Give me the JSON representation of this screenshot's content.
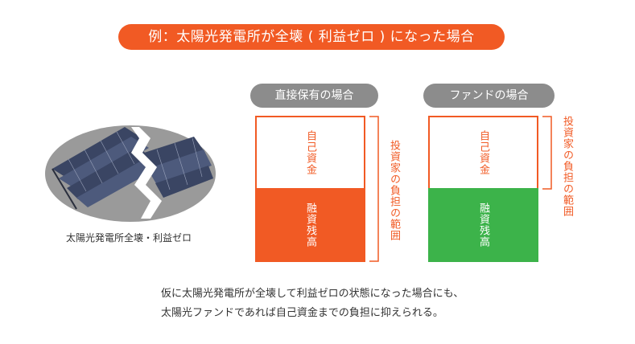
{
  "banner": {
    "title": "例：太陽光発電所が全壊 ( 利益ゼロ ) になった場合"
  },
  "image": {
    "caption": "太陽光発電所全壊・利益ゼロ"
  },
  "direct": {
    "label": "直接保有の場合",
    "equity": "自己資金",
    "loan": "融資残高",
    "scope": "投資家の負担の範囲"
  },
  "fund": {
    "label": "ファンドの場合",
    "equity": "自己資金",
    "loan": "融資残高",
    "scope": "投資家の負担の範囲"
  },
  "note": {
    "line1": "仮に太陽光発電所が全壊して利益ゼロの状態になった場合にも、",
    "line2": "太陽光ファンドであれば自己資金までの負担に抑えられる。"
  },
  "colors": {
    "orange": "#f15a24",
    "green": "#3cb34a",
    "gray": "#8c8c8c"
  }
}
